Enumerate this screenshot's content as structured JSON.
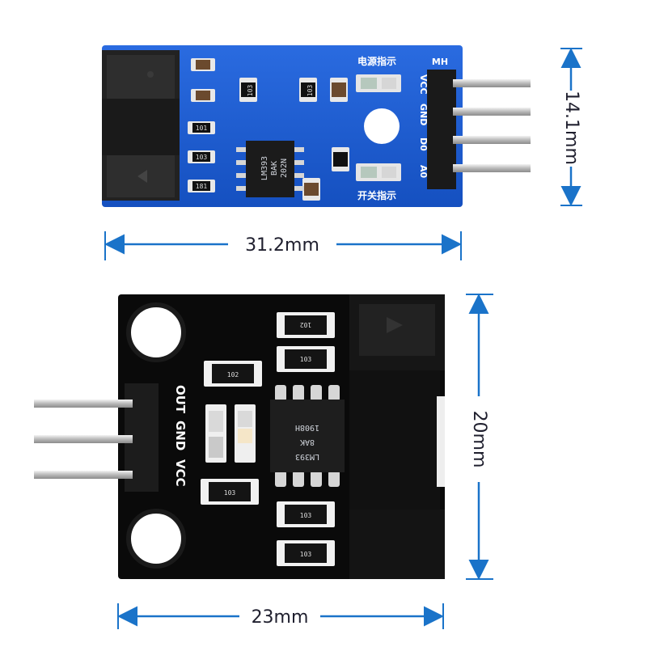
{
  "dimensions": {
    "top_height": "14.1mm",
    "top_width": "31.2mm",
    "bottom_height": "20mm",
    "bottom_width": "23mm"
  },
  "top_board": {
    "header_label": "MH",
    "pin_labels": [
      "VCC",
      "GND",
      "D0",
      "A0"
    ],
    "power_led_label": "电源指示",
    "switch_led_label": "开关指示",
    "chip_lines": [
      "LM393",
      "BAK",
      "202N"
    ],
    "resistor_codes": [
      "103",
      "103",
      "181",
      "101",
      "103"
    ],
    "board_color": "#1d5fd0"
  },
  "bottom_board": {
    "pin_labels": [
      "OUT",
      "GND",
      "VCC"
    ],
    "chip_lines": [
      "LM393",
      "8AK",
      "1908H"
    ],
    "resistor_codes": [
      "102",
      "103",
      "102",
      "103",
      "103",
      "103"
    ],
    "board_color": "#0a0a0a"
  },
  "colors": {
    "dimension_arrow": "#1a73c9"
  }
}
